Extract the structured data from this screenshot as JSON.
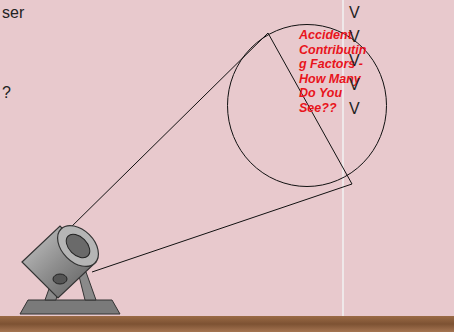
{
  "diagram": {
    "nodes": [
      {
        "text": [
          "Accident Contributing Factors - How Many Do You See??"
        ]
      }
    ],
    "labels": [
      "ser",
      "?",
      "V",
      "V",
      "V",
      "V",
      "V"
    ]
  }
}
